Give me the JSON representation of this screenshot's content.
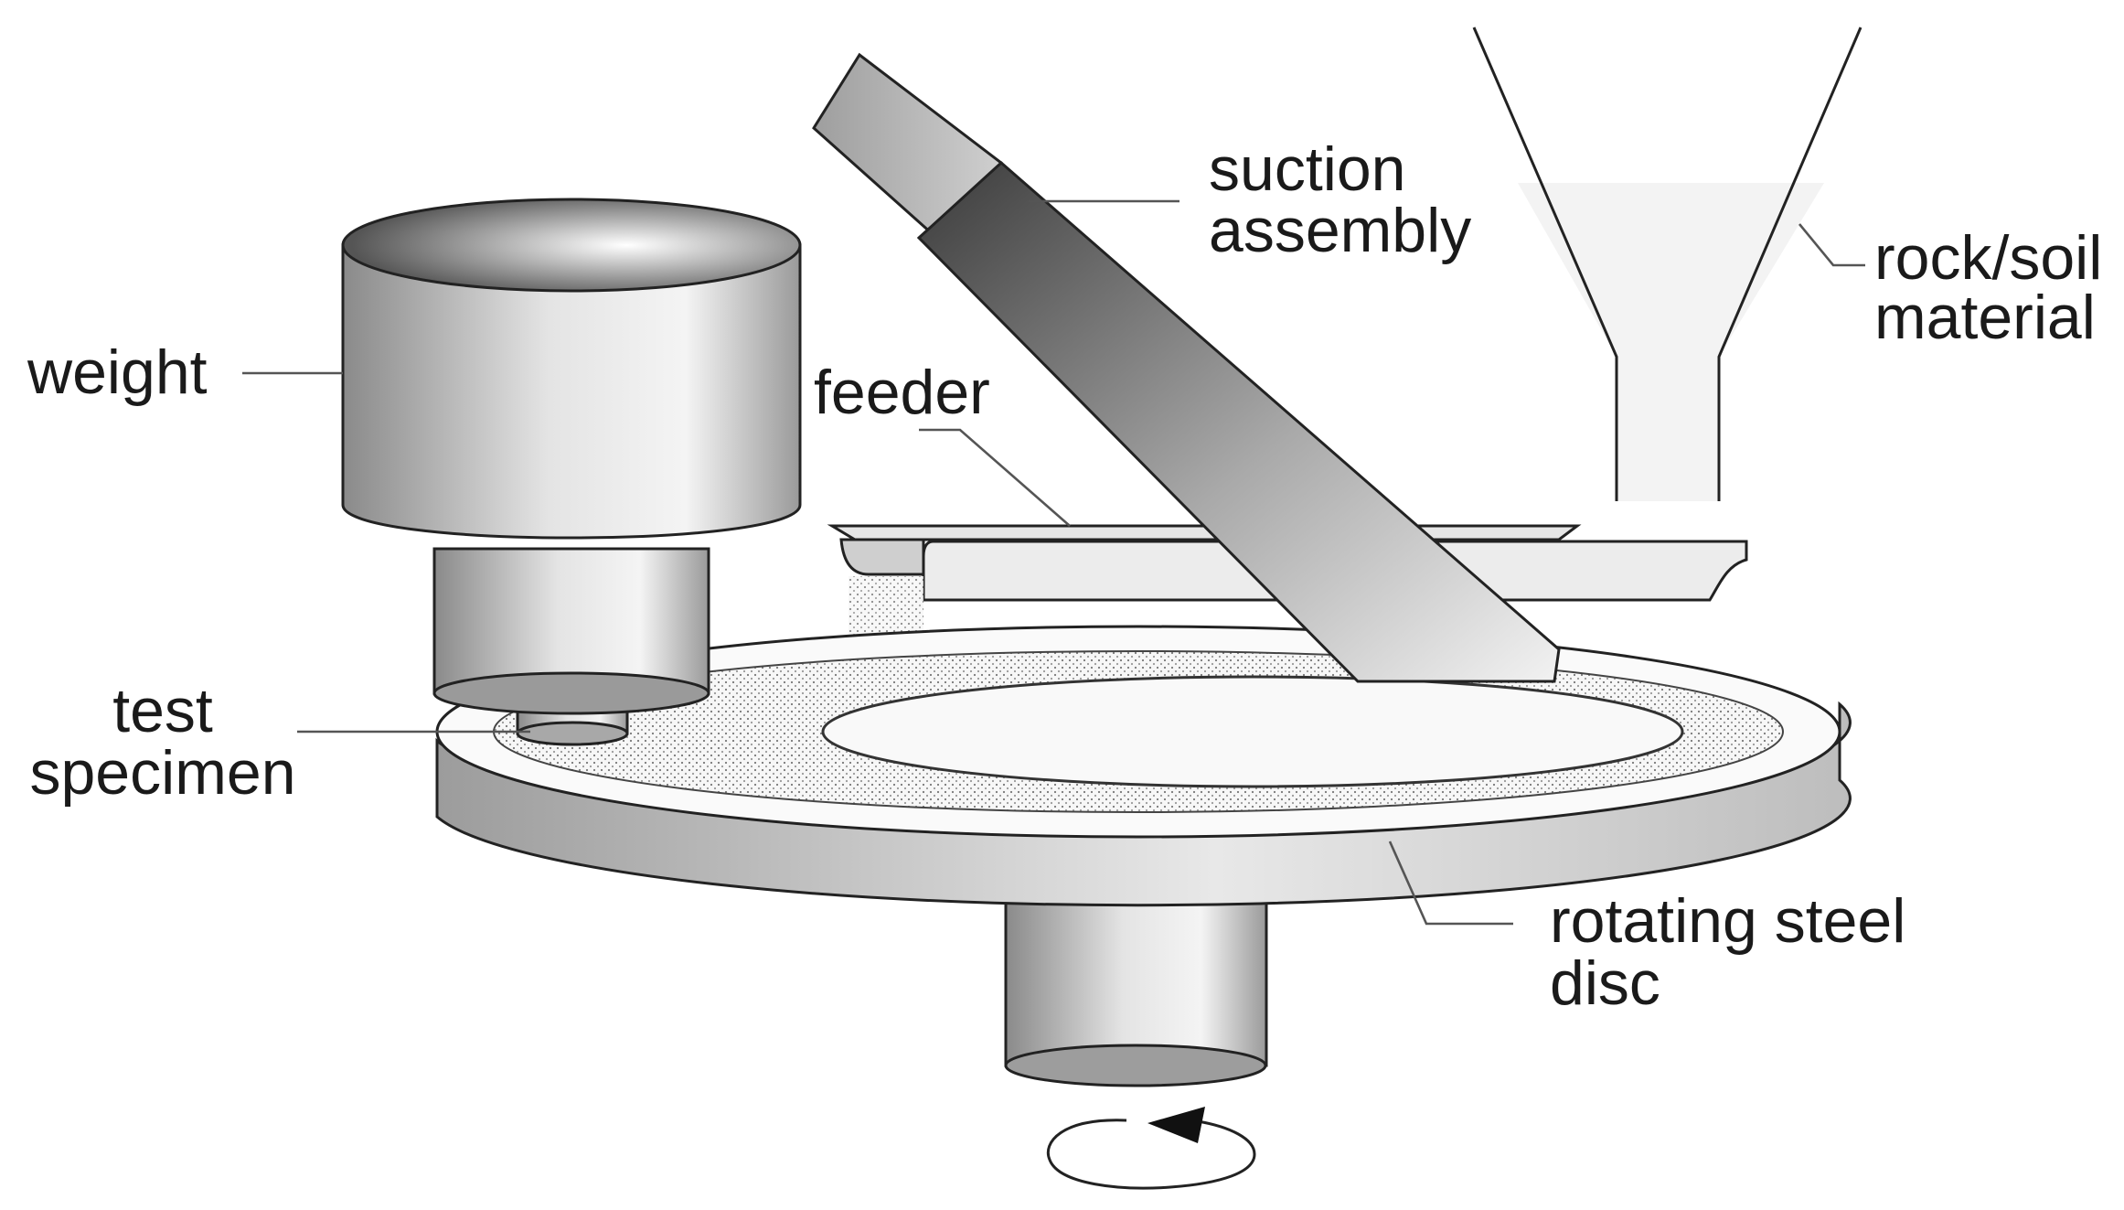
{
  "labels": {
    "weight": "weight",
    "test_specimen_line1": "test",
    "test_specimen_line2": "specimen",
    "feeder": "feeder",
    "suction_line1": "suction",
    "suction_line2": "assembly",
    "material_line1": "rock/soil",
    "material_line2": "material",
    "disc_line1": "rotating steel",
    "disc_line2": "disc"
  },
  "rotation_direction": "counter-clockwise arrow",
  "colors": {
    "outline": "#222222",
    "label_text": "#1a1a1a",
    "material_fill": "#f3f3f3",
    "suction_dark": "#444444"
  }
}
